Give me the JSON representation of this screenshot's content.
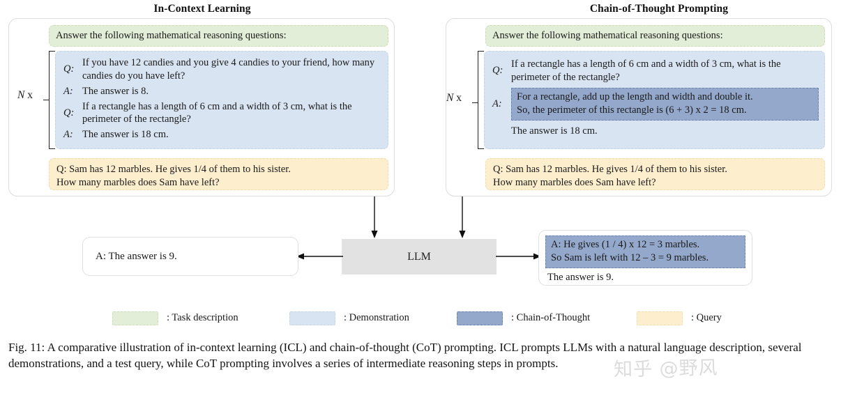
{
  "figure": {
    "caption": "Fig. 11: A comparative illustration of in-context learning (ICL) and chain-of-thought (CoT) prompting. ICL prompts LLMs with a natural language description, several demonstrations, and a test query, while CoT prompting involves a series of intermediate reasoning steps in prompts.",
    "watermark": "知乎 @野风"
  },
  "colors": {
    "task_description": "#e3eed8",
    "demonstration": "#d8e4f2",
    "chain_of_thought": "#93a8cb",
    "query": "#fdeecd",
    "llm_box": "#e2e2e2",
    "panel_border": "#dcdcdc"
  },
  "left_panel": {
    "title": "In-Context Learning",
    "repeat_label_italic": "N",
    "repeat_label_rest": " x",
    "task_description": "Answer the following mathematical reasoning questions:",
    "demonstrations": [
      {
        "label": "Q:",
        "text": "If you have 12 candies and you give 4 candies to your friend, how many candies do you have left?"
      },
      {
        "label": "A:",
        "text": "The answer is 8."
      },
      {
        "label": "Q:",
        "text": "If a rectangle has a length of 6 cm and a width of 3 cm, what is the perimeter of the rectangle?"
      },
      {
        "label": "A:",
        "text": "The answer is 18 cm."
      }
    ],
    "query_line_1": "Q:     Sam has 12 marbles. He gives 1/4 of them to his sister.",
    "query_line_2": "How many marbles does Sam have left?"
  },
  "right_panel": {
    "title": "Chain-of-Thought Prompting",
    "repeat_label_italic": "N",
    "repeat_label_rest": " x",
    "task_description": "Answer the following mathematical reasoning questions:",
    "question_label": "Q:",
    "question_text": "If a rectangle has a length of 6 cm and a width of 3 cm, what is the perimeter of the rectangle?",
    "answer_label": "A:",
    "cot_line_1": "For a rectangle, add up the length and width and double it.",
    "cot_line_2": "So, the perimeter of this rectangle is (6 + 3) x 2 = 18 cm.",
    "final_answer": "The answer is 18 cm.",
    "query_line_1": "Q:     Sam has 12 marbles. He gives 1/4 of them to his sister.",
    "query_line_2": "How many marbles does Sam have left?"
  },
  "model": {
    "label": "LLM"
  },
  "left_output": {
    "text": "A: The answer is 9."
  },
  "right_output": {
    "cot_line_1": "A: He gives (1 / 4) x 12 = 3 marbles.",
    "cot_line_2": "So Sam is left with 12 – 3 = 9 marbles.",
    "final_answer": "The answer is 9."
  },
  "legend": [
    {
      "label": ": Task description",
      "color": "#e3eed8",
      "border": "#cbdcb9"
    },
    {
      "label": ": Demonstration",
      "color": "#d8e4f2",
      "border": "#c3d4e8"
    },
    {
      "label": ": Chain-of-Thought",
      "color": "#93a8cb",
      "border": "#6c83ab"
    },
    {
      "label": ": Query",
      "color": "#fdeecd",
      "border": "#f0dcae"
    }
  ]
}
